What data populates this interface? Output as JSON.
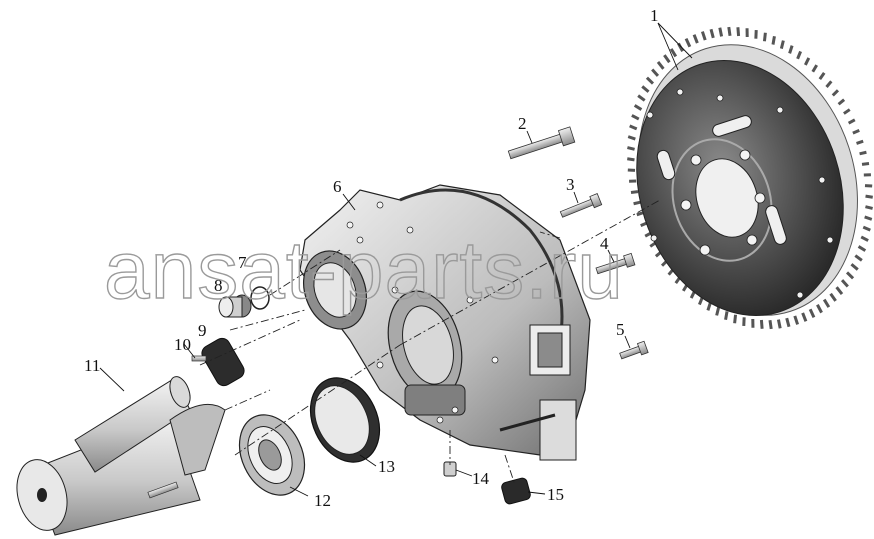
{
  "watermark": "ansat-parts.ru",
  "callouts": [
    "1",
    "2",
    "3",
    "4",
    "5",
    "6",
    "7",
    "8",
    "9",
    "10",
    "11",
    "12",
    "13",
    "14",
    "15"
  ]
}
